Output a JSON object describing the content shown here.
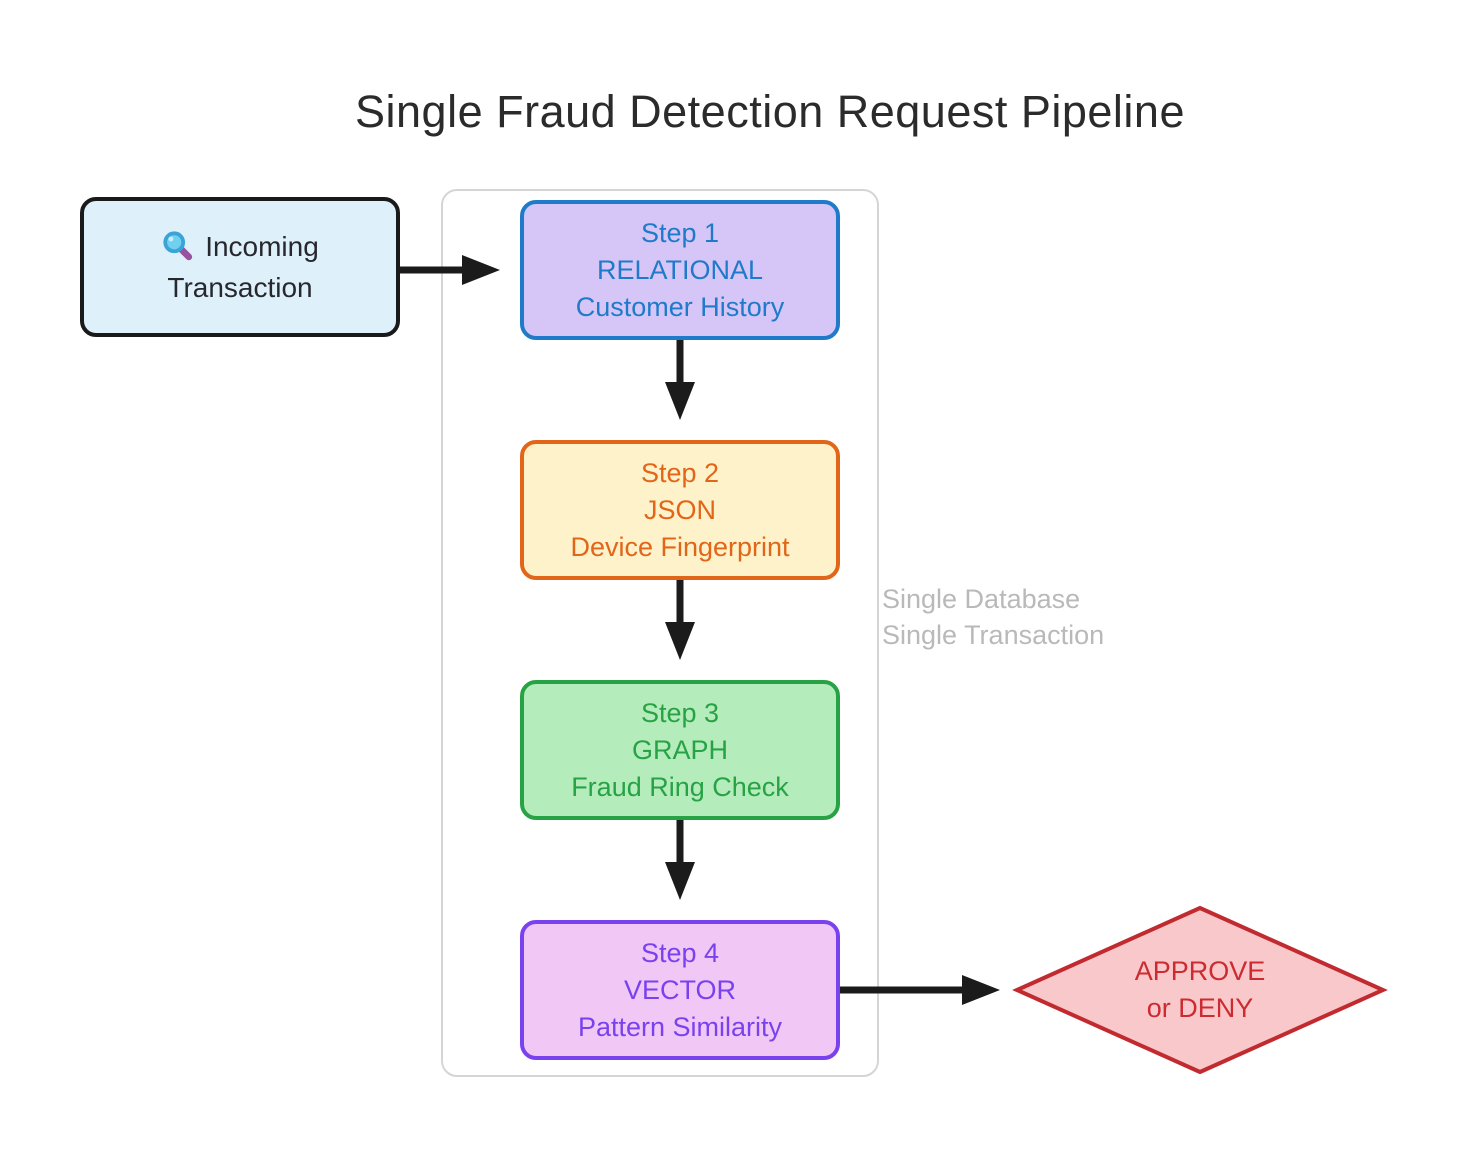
{
  "title": "Single Fraud Detection Request Pipeline",
  "incoming_node": {
    "icon": "magnifying-glass",
    "label_line1": "Incoming",
    "label_line2": "Transaction",
    "colors": {
      "bg": "#def1fb",
      "border": "#1a1a1a",
      "text": "#27272e"
    }
  },
  "pipeline_group": {
    "caption_line1": "Single Database",
    "caption_line2": "Single Transaction",
    "caption_color": "#b9b9b9",
    "border_color": "#d5d5d5",
    "steps": [
      {
        "step": "Step 1",
        "db_type": "RELATIONAL",
        "task": "Customer History",
        "colors": {
          "bg": "#d6c6f7",
          "border": "#1f7ac9",
          "text": "#1f7ac9"
        }
      },
      {
        "step": "Step 2",
        "db_type": "JSON",
        "task": "Device Fingerprint",
        "colors": {
          "bg": "#fdf2c9",
          "border": "#e2661a",
          "text": "#e2661a"
        }
      },
      {
        "step": "Step 3",
        "db_type": "GRAPH",
        "task": "Fraud Ring Check",
        "colors": {
          "bg": "#b5ecbb",
          "border": "#27a346",
          "text": "#27a346"
        }
      },
      {
        "step": "Step 4",
        "db_type": "VECTOR",
        "task": "Pattern Similarity",
        "colors": {
          "bg": "#f1c7f6",
          "border": "#7a41ee",
          "text": "#7a41ee"
        }
      }
    ]
  },
  "decision_node": {
    "label_line1": "APPROVE",
    "label_line2": "or DENY",
    "colors": {
      "bg": "#f9c8ca",
      "border": "#c12b30",
      "text": "#cb2b31"
    }
  },
  "arrow_color": "#1b1b1b"
}
